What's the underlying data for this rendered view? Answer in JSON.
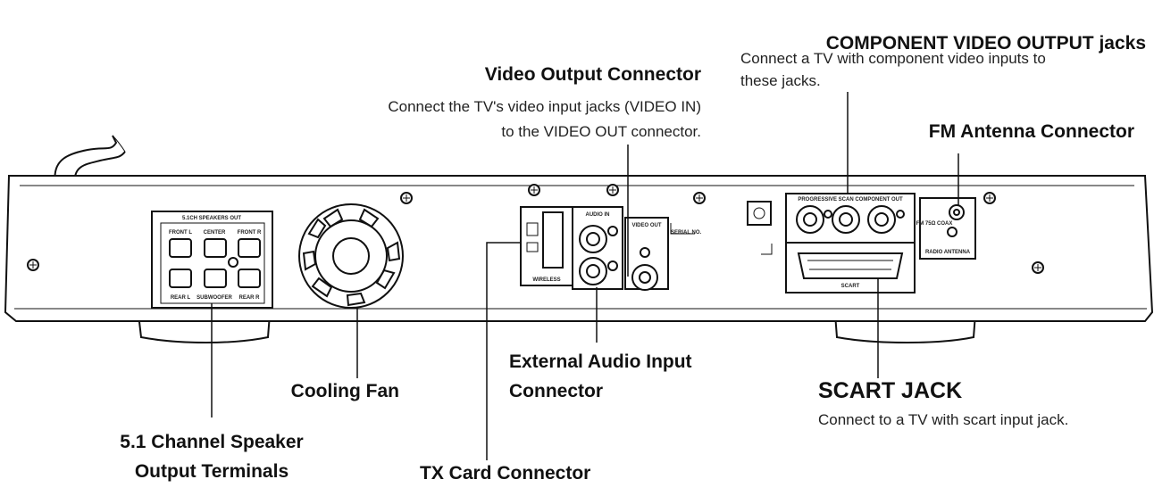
{
  "callouts": {
    "component_video": {
      "title": "COMPONENT VIDEO OUTPUT jacks",
      "desc_line1": "Connect a TV with component video inputs to",
      "desc_line2": "these jacks."
    },
    "video_output": {
      "title": "Video Output Connector",
      "desc_line1": "Connect the TV's video input jacks (VIDEO IN)",
      "desc_line2": "to the VIDEO OUT connector."
    },
    "fm_antenna": {
      "title": "FM Antenna Connector"
    },
    "external_audio": {
      "title_line1": "External Audio Input",
      "title_line2": "Connector"
    },
    "cooling_fan": {
      "title": "Cooling Fan"
    },
    "scart": {
      "title": "SCART JACK",
      "desc": "Connect to a TV with scart input jack."
    },
    "speaker_terminals": {
      "title_line1": "5.1 Channel Speaker",
      "title_line2": "Output Terminals"
    },
    "tx_card": {
      "title": "TX Card Connector"
    }
  },
  "panel_labels": {
    "speakers_out": "5.1CH SPEAKERS OUT",
    "front_left": "FRONT L",
    "center": "CENTER",
    "front_right": "FRONT R",
    "rear_left": "REAR L",
    "subwoofer": "SUBWOOFER",
    "rear_right": "REAR R",
    "audio_in": "AUDIO IN",
    "wireless": "WIRELESS",
    "video_out": "VIDEO OUT",
    "serial_no": "SERIAL NO.",
    "component_out": "PROGRESSIVE SCAN COMPONENT OUT",
    "scart": "SCART",
    "radio_antenna": "RADIO ANTENNA",
    "fm": "FM 75Ω COAX"
  }
}
